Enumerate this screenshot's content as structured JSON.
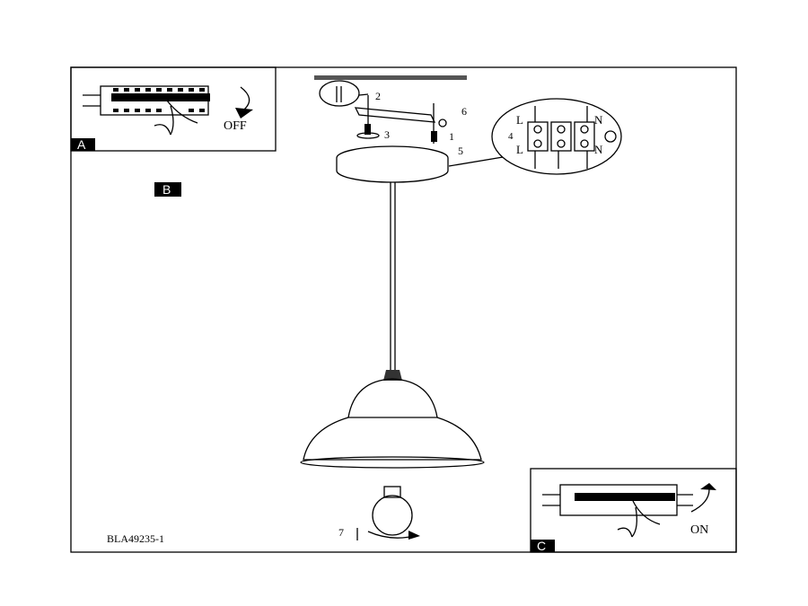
{
  "panels": {
    "a_label": "A",
    "b_label": "B",
    "c_label": "C"
  },
  "switch": {
    "off_label": "OFF",
    "on_label": "ON"
  },
  "terminal": {
    "live_top": "L",
    "live_bottom": "L",
    "neutral_top": "N",
    "neutral_bottom": "N"
  },
  "steps": {
    "s1": "1",
    "s2": "2",
    "s3": "3",
    "s4": "4",
    "s5": "5",
    "s6": "6",
    "s7": "7"
  },
  "model_code": "BLA49235-1"
}
